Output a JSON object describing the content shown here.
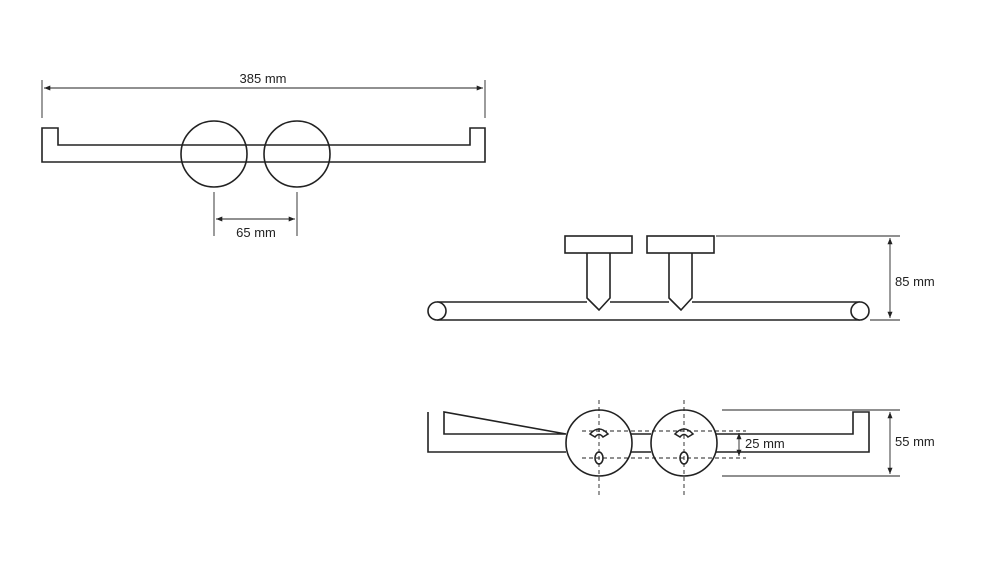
{
  "dimensions": {
    "overall_width": "385 mm",
    "hook_spacing": "65 mm",
    "depth": "85 mm",
    "height": "55 mm",
    "mount_spacing": "25 mm"
  }
}
